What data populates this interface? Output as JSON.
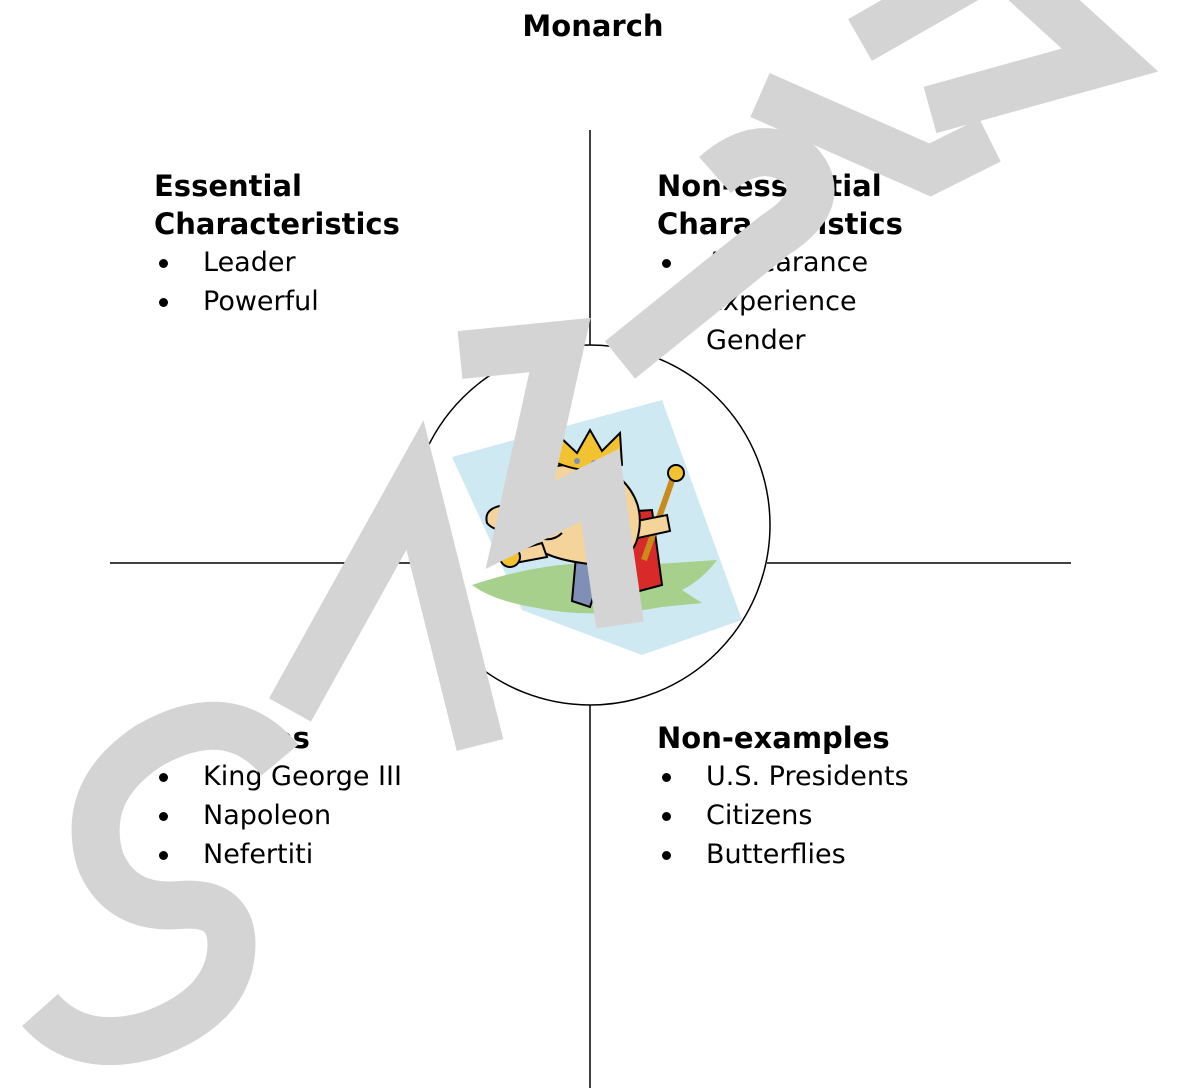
{
  "title": "Monarch",
  "center_image": {
    "icon": "king-with-crown-and-scepter-clipart"
  },
  "quadrants": {
    "top_left": {
      "heading": [
        "Essential",
        "Characteristics"
      ],
      "items": [
        "Leader",
        "Powerful"
      ]
    },
    "top_right": {
      "heading": [
        "Non-essential",
        "Characteristics"
      ],
      "items": [
        "Appearance",
        "Experience",
        "Gender"
      ]
    },
    "bottom_left": {
      "heading": [
        "Examples"
      ],
      "items": [
        "King George III",
        "Napoleon",
        "Nefertiti"
      ]
    },
    "bottom_right": {
      "heading": [
        "Non-examples"
      ],
      "items": [
        "U.S. Presidents",
        "Citizens",
        "Butterflies"
      ]
    }
  },
  "watermark": {
    "text": "SAMPLE",
    "color": "#d4d4d4"
  },
  "colors": {
    "line": "#000000",
    "crown": "#f2c230",
    "robe": "#d92a2a",
    "ground": "#a8d08d",
    "sky": "#cfe9f2",
    "skin": "#f5d49b"
  }
}
